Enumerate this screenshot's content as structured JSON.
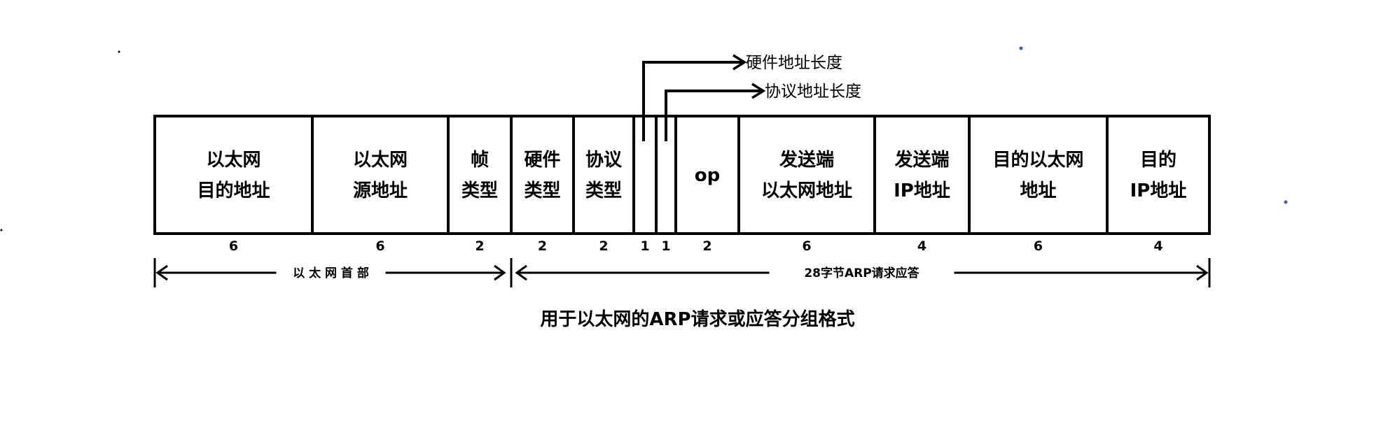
{
  "fields": [
    {
      "lines": [
        "以太网",
        "目的地址"
      ],
      "size": "6"
    },
    {
      "lines": [
        "以太网",
        "源地址"
      ],
      "size": "6"
    },
    {
      "lines": [
        "帧",
        "类型"
      ],
      "size": "2"
    },
    {
      "lines": [
        "硬件",
        "类型"
      ],
      "size": "2"
    },
    {
      "lines": [
        "协议",
        "类型"
      ],
      "size": "2"
    },
    {
      "lines": [],
      "size": "1"
    },
    {
      "lines": [],
      "size": "1"
    },
    {
      "lines": [
        "op"
      ],
      "size": "2"
    },
    {
      "lines": [
        "发送端",
        "以太网地址"
      ],
      "size": "6"
    },
    {
      "lines": [
        "发送端",
        "IP地址"
      ],
      "size": "4"
    },
    {
      "lines": [
        "目的以太网",
        "地址"
      ],
      "size": "6"
    },
    {
      "lines": [
        "目的",
        "IP地址"
      ],
      "size": "4"
    }
  ],
  "callouts": [
    {
      "text": "硬件地址长度",
      "target_field": 5
    },
    {
      "text": "协议地址长度",
      "target_field": 6
    }
  ],
  "spans": [
    {
      "text": "以 太 网 首 部",
      "from_field": 0,
      "to_field": 2
    },
    {
      "text": "28字节ARP请求应答",
      "from_field": 3,
      "to_field": 11
    }
  ],
  "caption": "用于以太网的ARP请求或应答分组格式"
}
